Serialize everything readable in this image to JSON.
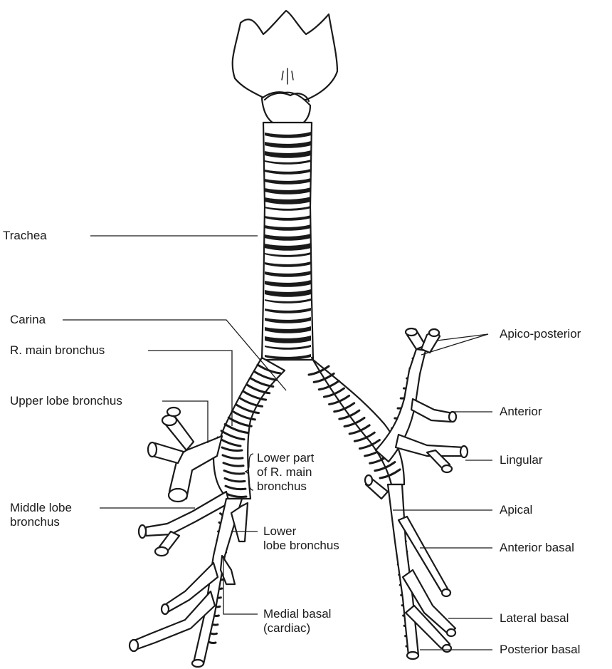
{
  "labels": {
    "trachea": "Trachea",
    "carina": "Carina",
    "r_main_bronchus": "R. main bronchus",
    "upper_lobe_bronchus": "Upper lobe bronchus",
    "lower_part_line1": "Lower part",
    "lower_part_line2": "of R. main",
    "lower_part_line3": "bronchus",
    "middle_lobe_line1": "Middle lobe",
    "middle_lobe_line2": "bronchus",
    "lower_lobe_line1": "Lower",
    "lower_lobe_line2": "lobe bronchus",
    "medial_basal_line1": "Medial basal",
    "medial_basal_line2": "(cardiac)",
    "apico_posterior": "Apico-posterior",
    "anterior": "Anterior",
    "lingular": "Lingular",
    "apical": "Apical",
    "anterior_basal": "Anterior basal",
    "lateral_basal": "Lateral basal",
    "posterior_basal": "Posterior basal"
  },
  "colors": {
    "ink": "#1a1a1a",
    "fill": "#ffffff"
  }
}
